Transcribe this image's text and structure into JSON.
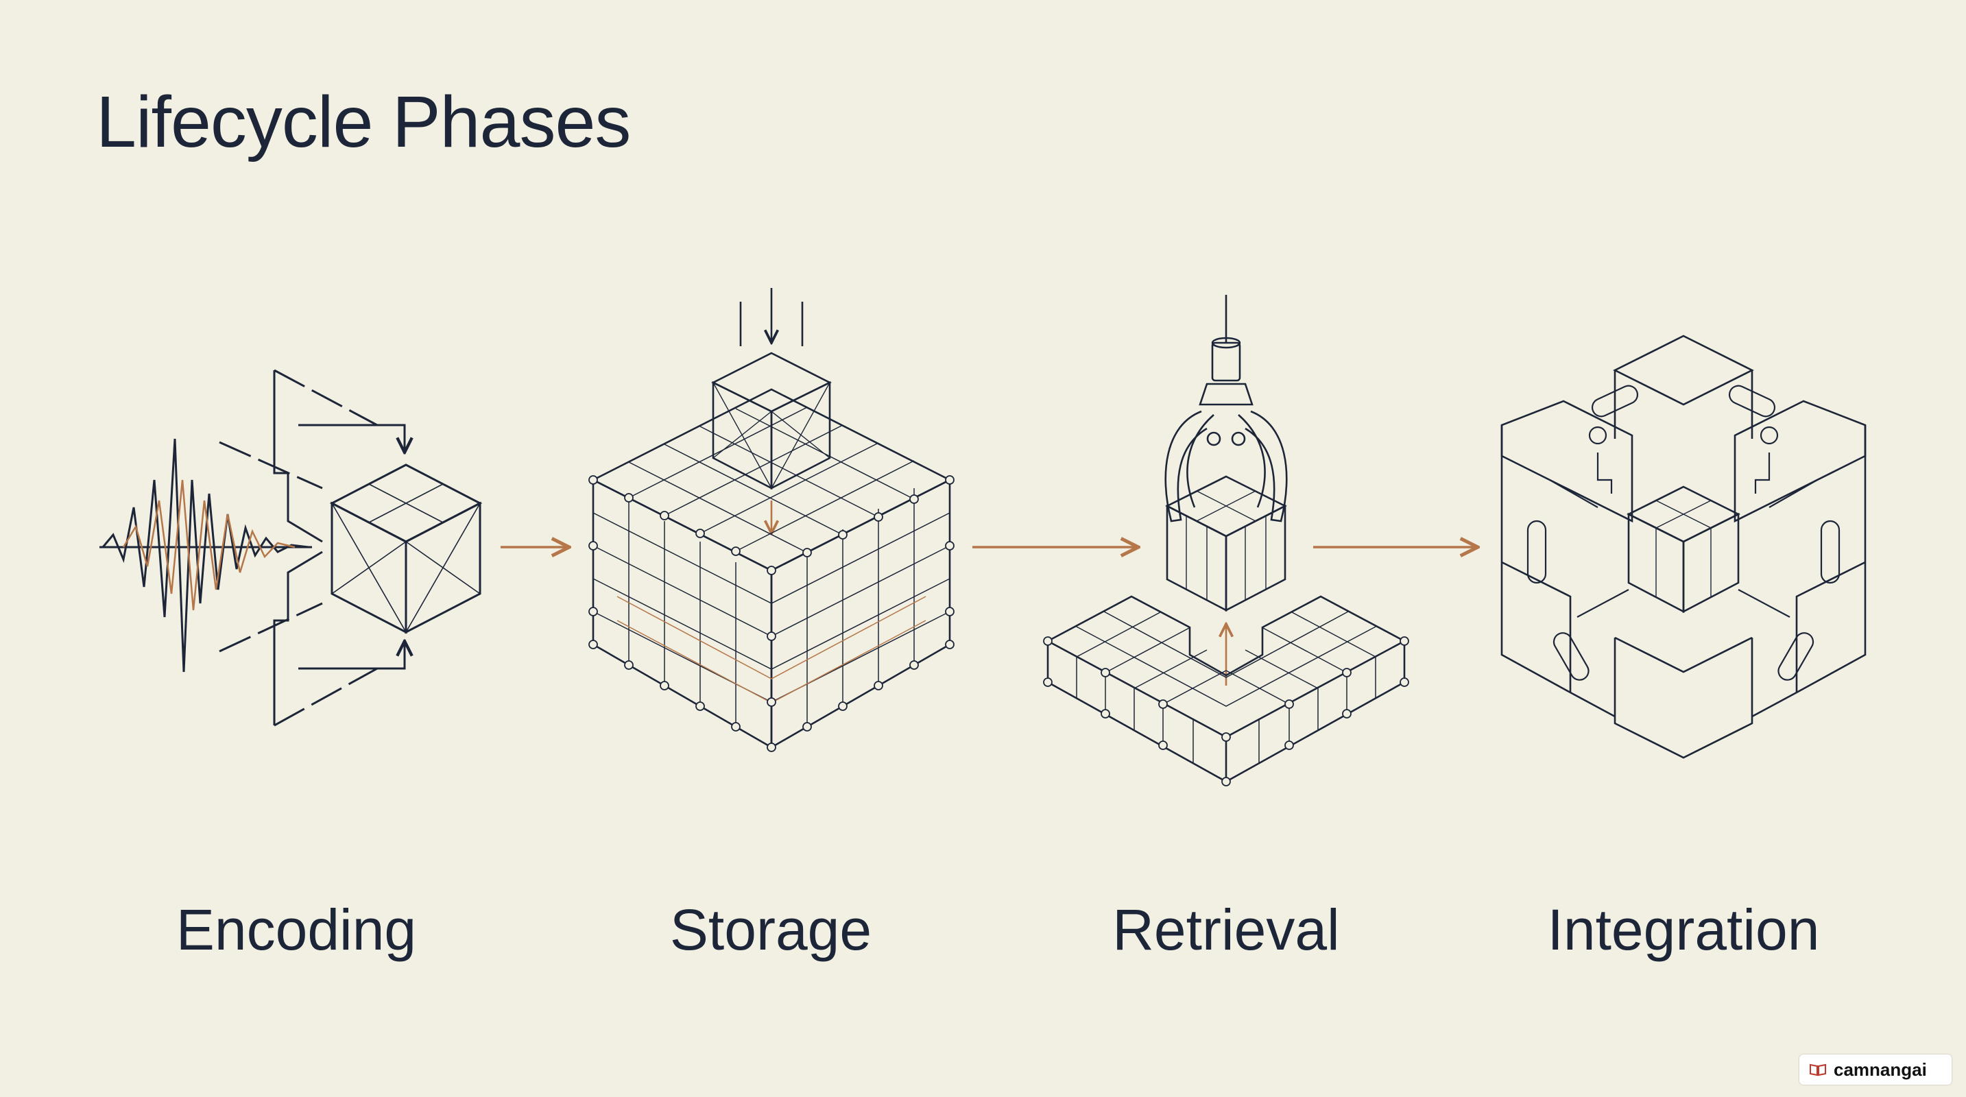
{
  "title": "Lifecycle Phases",
  "phases": [
    {
      "label": "Encoding",
      "icon": "waveform-to-cube-icon"
    },
    {
      "label": "Storage",
      "icon": "cube-into-lattice-icon"
    },
    {
      "label": "Retrieval",
      "icon": "claw-retrieving-cube-icon"
    },
    {
      "label": "Integration",
      "icon": "interlocked-cubes-icon"
    }
  ],
  "watermark": {
    "text": "camnangai",
    "icon": "book-icon"
  },
  "colors": {
    "background": "#f2f0e3",
    "ink": "#1d2638",
    "accent": "#b5774a"
  }
}
